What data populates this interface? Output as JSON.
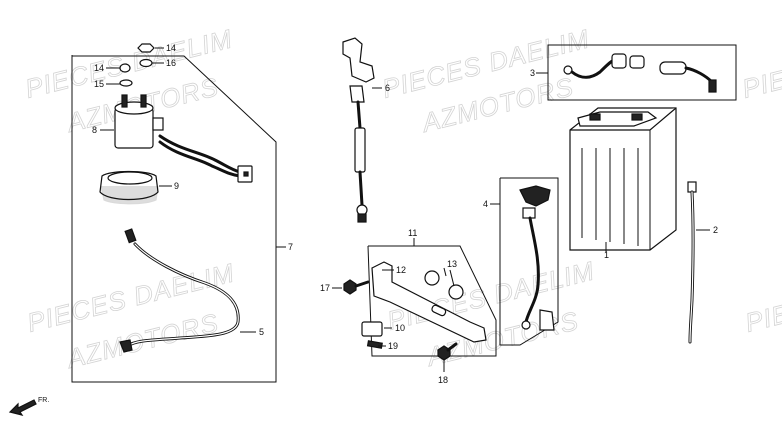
{
  "watermarks": [
    "PIECES DAELIM",
    "AZMOTORS",
    "PIECES DAELIM",
    "AZMOTORS",
    "PIECES DAELIM",
    "AZMOTORS",
    "PIECES DAELIM",
    "AZMOTORS",
    "PIE",
    "PIE"
  ],
  "callouts": {
    "c1": "1",
    "c2": "2",
    "c3": "3",
    "c4": "4",
    "c5": "5",
    "c6": "6",
    "c7": "7",
    "c8": "8",
    "c9": "9",
    "c10": "10",
    "c11": "11",
    "c12": "12",
    "c13": "13",
    "c14a": "14",
    "c14b": "14",
    "c15": "15",
    "c16": "16",
    "c17": "17",
    "c18": "18",
    "c19": "19"
  },
  "front_marker": "FR."
}
